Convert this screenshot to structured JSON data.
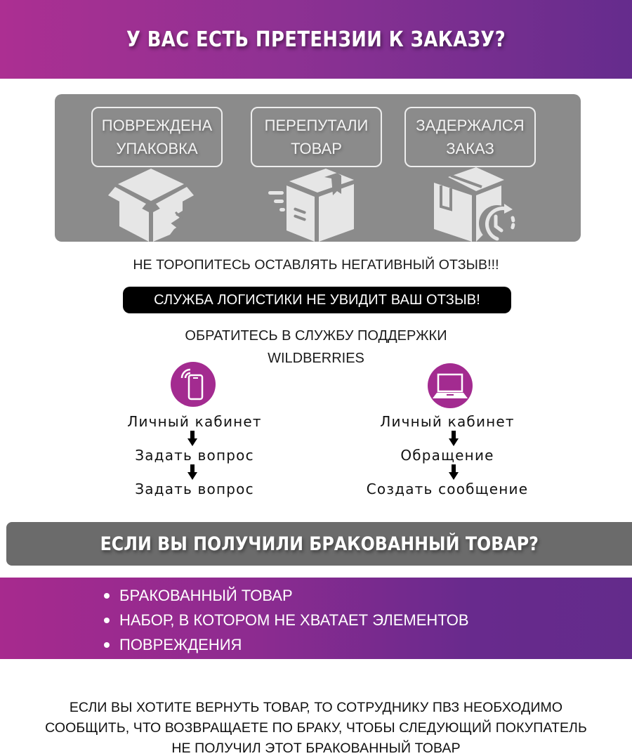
{
  "header": {
    "title": "У ВАС ЕСТЬ ПРЕТЕНЗИИ К ЗАКАЗУ?"
  },
  "issues": [
    {
      "line1": "ПОВРЕЖДЕНА",
      "line2": "УПАКОВКА",
      "icon": "broken-box-icon"
    },
    {
      "line1": "ПЕРЕПУТАЛИ",
      "line2": "ТОВАР",
      "icon": "fast-delivery-box-icon"
    },
    {
      "line1": "ЗАДЕРЖАЛСЯ",
      "line2": "ЗАКАЗ",
      "icon": "delayed-box-clock-icon"
    }
  ],
  "warning": "НЕ ТОРОПИТЕСЬ ОСТАВЛЯТЬ НЕГАТИВНЫЙ ОТЗЫВ!!!",
  "logistics_notice": "СЛУЖБА ЛОГИСТИКИ НЕ УВИДИТ ВАШ ОТЗЫВ!",
  "support": {
    "line1": "ОБРАТИТЕСЬ В СЛУЖБУ ПОДДЕРЖКИ",
    "line2": "WILDBERRIES"
  },
  "paths": [
    {
      "icon": "smartphone-icon",
      "steps": [
        "Личный кабинет",
        "Задать вопрос",
        "Задать вопрос"
      ]
    },
    {
      "icon": "laptop-icon",
      "steps": [
        "Личный кабинет",
        "Обращение",
        "Создать сообщение"
      ]
    }
  ],
  "defect": {
    "title": "ЕСЛИ ВЫ ПОЛУЧИЛИ БРАКОВАННЫЙ ТОВАР?",
    "items": [
      "БРАКОВАННЫЙ ТОВАР",
      "НАБОР, В КОТОРОМ НЕ ХВАТАЕТ ЭЛЕМЕНТОВ",
      "ПОВРЕЖДЕНИЯ"
    ]
  },
  "footer": {
    "line1": "ЕСЛИ ВЫ ХОТИТЕ ВЕРНУТЬ ТОВАР, ТО СОТРУДНИКУ ПВЗ НЕОБХОДИМО",
    "line2": "СООБЩИТЬ, ЧТО ВОЗВРАЩАЕТЕ ПО БРАКУ, ЧТОБЫ СЛЕДУЮЩИЙ ПОКУПАТЕЛЬ",
    "line3": "НЕ ПОЛУЧИЛ ЭТОТ БРАКОВАННЫЙ ТОВАР"
  },
  "colors": {
    "gradient_start": "#ac2f92",
    "gradient_end": "#652c8d",
    "panel_gray": "#8b8b8b",
    "bar_gray": "#6b6b6b",
    "icon_circle": "#a32b90"
  }
}
